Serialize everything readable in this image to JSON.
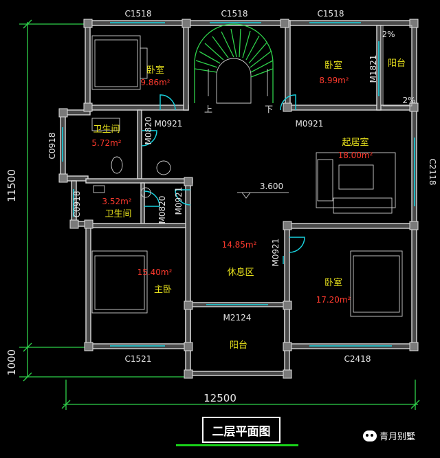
{
  "title": "二层平面图",
  "watermark": "青月别墅",
  "colors": {
    "background": "#000000",
    "window_cyan": "#19d3e0",
    "room_label_yellow": "#e8e21c",
    "area_red": "#ff3a2e",
    "annotation_green": "#34d24a"
  },
  "dimensions": {
    "total_width": "12500",
    "depth_main": "11500",
    "depth_balcony": "1000"
  },
  "windows": {
    "top_left": "C1518",
    "top_mid": "C1518",
    "top_right": "C1518",
    "left_upper": "C0918",
    "left_lower": "C0918",
    "right_side": "C2118",
    "right_balcony": "M1821",
    "bottom_left": "C1521",
    "bottom_right": "C2418"
  },
  "doors": {
    "bedroom_tl": "M0921",
    "bedroom_tr": "M0921",
    "bath1": "M0820",
    "bath2": "M0820",
    "master": "M0921",
    "bedroom_br": "M0921",
    "balcony_bottom": "M2124"
  },
  "rooms": {
    "bedroom_tl": {
      "name": "卧室",
      "area": "9.86m²"
    },
    "bedroom_tr": {
      "name": "卧室",
      "area": "8.99m²"
    },
    "balcony_right": {
      "name": "阳台"
    },
    "bath_upper": {
      "name": "卫生间",
      "area": "5.72m²"
    },
    "bath_lower": {
      "name": "卫生间",
      "area": "3.52m²"
    },
    "living": {
      "name": "起居室",
      "area": "18.00m²"
    },
    "master": {
      "name": "主卧",
      "area": "15.40m²"
    },
    "lounge": {
      "name": "休息区",
      "area": "14.85m²"
    },
    "bedroom_br": {
      "name": "卧室",
      "area": "17.20m²"
    },
    "balcony_bottom": {
      "name": "阳台"
    }
  },
  "annotations": {
    "level": "3.600",
    "stair_up": "上",
    "stair_down": "下",
    "slope_1": "2%",
    "slope_2": "2%"
  }
}
